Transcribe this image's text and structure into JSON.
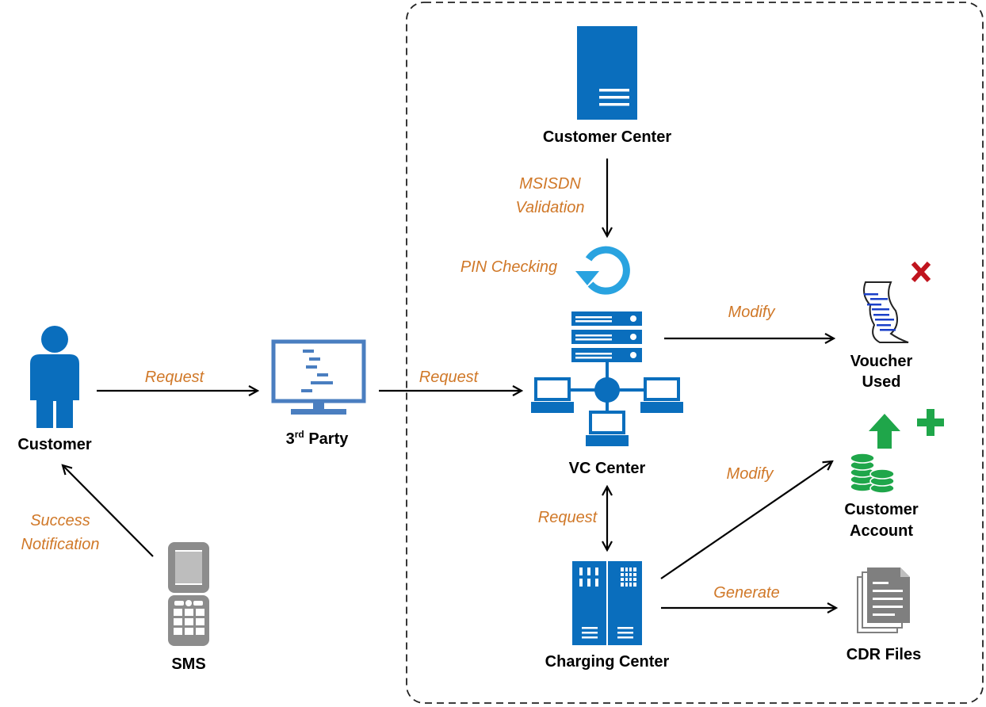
{
  "colors": {
    "accent": "#0a6ebd",
    "monitor": "#4a7ec0",
    "edge_label": "#d07828",
    "refresh": "#29a3e0",
    "error": "#c0141e",
    "success": "#1fa64a",
    "phone": "#8c8c8c",
    "document": "#7f7f7f"
  },
  "nodes": {
    "customer_center": "Customer Center",
    "customer": "Customer",
    "third_party_base": "3",
    "third_party_sup": "rd",
    "third_party_rest": " Party",
    "vc_center": "VC Center",
    "voucher_line1": "Voucher",
    "voucher_line2": "Used",
    "customer_account_line1": "Customer",
    "customer_account_line2": "Account",
    "charging_center": "Charging Center",
    "cdr_files": "CDR Files",
    "sms": "SMS"
  },
  "edges": {
    "msisdn_line1": "MSISDN",
    "msisdn_line2": "Validation",
    "pin_checking": "PIN Checking",
    "request_customer": "Request",
    "request_vc": "Request",
    "modify_voucher": "Modify",
    "modify_account": "Modify",
    "request_charging": "Request",
    "generate": "Generate",
    "success_line1": "Success",
    "success_line2": "Notification"
  },
  "icons": {
    "customer_center": "server-tower-icon",
    "customer": "person-icon",
    "third_party": "monitor-icon",
    "vc_center": "server-network-icon",
    "pin_checking": "refresh-icon",
    "voucher": "receipt-scroll-icon",
    "voucher_status": "x-mark-icon",
    "customer_account": "coins-up-arrow-icon",
    "account_plus": "plus-icon",
    "charging_center": "server-rack-icon",
    "cdr_files": "document-stack-icon",
    "sms": "mobile-phone-icon"
  }
}
